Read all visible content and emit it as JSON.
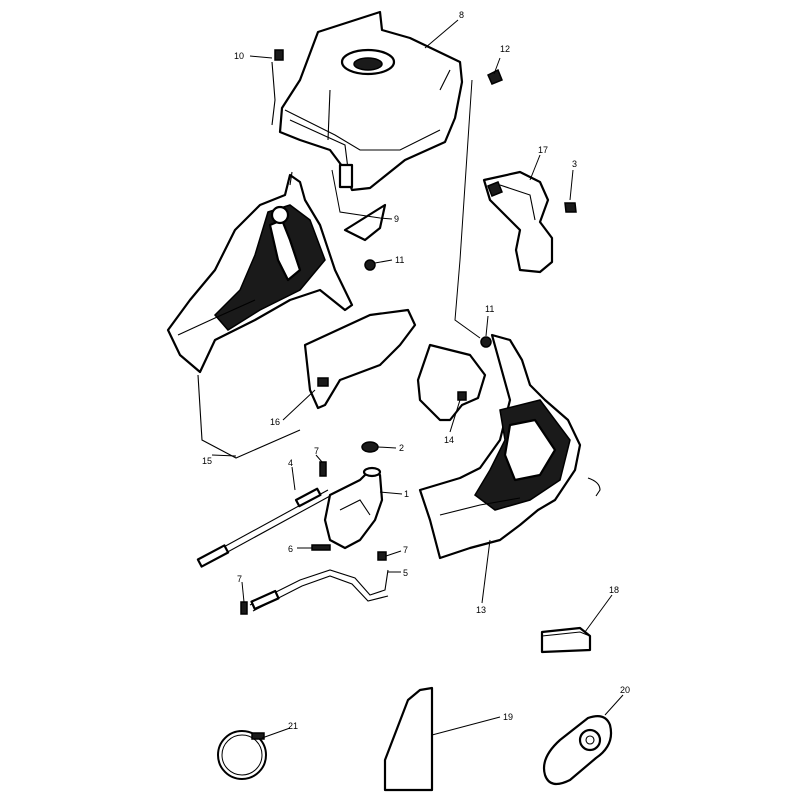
{
  "diagram": {
    "callouts": [
      {
        "id": "c8",
        "text": "8"
      },
      {
        "id": "c10",
        "text": "10"
      },
      {
        "id": "c12",
        "text": "12"
      },
      {
        "id": "c17",
        "text": "17"
      },
      {
        "id": "c3",
        "text": "3"
      },
      {
        "id": "c9",
        "text": "9"
      },
      {
        "id": "c11a",
        "text": "11"
      },
      {
        "id": "c11b",
        "text": "11"
      },
      {
        "id": "c16",
        "text": "16"
      },
      {
        "id": "c15",
        "text": "15"
      },
      {
        "id": "c14",
        "text": "14"
      },
      {
        "id": "c2",
        "text": "2"
      },
      {
        "id": "c4",
        "text": "4"
      },
      {
        "id": "c7a",
        "text": "7"
      },
      {
        "id": "c1",
        "text": "1"
      },
      {
        "id": "c6",
        "text": "6"
      },
      {
        "id": "c7b",
        "text": "7"
      },
      {
        "id": "c5",
        "text": "5"
      },
      {
        "id": "c7c",
        "text": "7"
      },
      {
        "id": "c13",
        "text": "13"
      },
      {
        "id": "c18",
        "text": "18"
      },
      {
        "id": "c19",
        "text": "19"
      },
      {
        "id": "c20",
        "text": "20"
      },
      {
        "id": "c21",
        "text": "21"
      }
    ]
  }
}
